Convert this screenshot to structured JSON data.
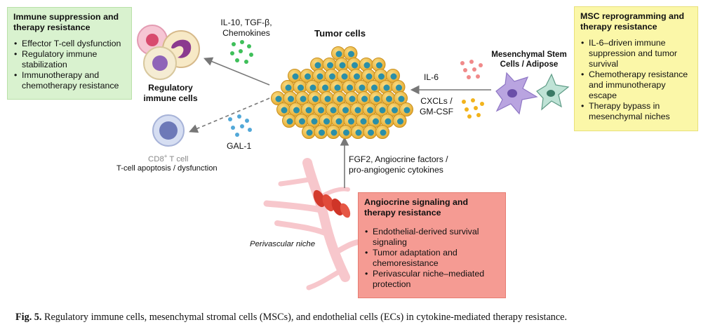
{
  "immune_box": {
    "title": "Immune suppression and therapy resistance",
    "items": [
      "Effector T-cell dysfunction",
      "Regulatory immune stabilization",
      "Immunotherapy and chemotherapy resistance"
    ]
  },
  "msc_box": {
    "title": "MSC reprogramming and therapy resistance",
    "items": [
      "IL-6–driven immune suppression and tumor survival",
      "Chemotherapy resistance and immunotherapy escape",
      "Therapy bypass in mesenchymal niches"
    ]
  },
  "angio_box": {
    "title": "Angiocrine signaling and therapy resistance",
    "items": [
      "Endothelial-derived survival signaling",
      "Tumor adaptation and chemoresistance",
      "Perivascular niche–mediated protection"
    ]
  },
  "labels": {
    "il10": "IL-10, TGF-β,",
    "chemokines": "Chemokines",
    "tumor": "Tumor cells",
    "regulatory_1": "Regulatory",
    "regulatory_2": "immune cells",
    "gal1": "GAL-1",
    "cd8_main": "CD8",
    "cd8_sup": "+",
    "cd8_tail": " T cell",
    "tcell_apoptosis": "T-cell apoptosis / dysfunction",
    "msc_1": "Mesenchymal Stem",
    "msc_2": "Cells / Adipose",
    "il6": "IL-6",
    "cxcl_1": "CXCLs /",
    "cxcl_2": "GM-CSF",
    "fgf_1": "FGF2, Angiocrine factors /",
    "fgf_2": "pro-angiogenic cytokines",
    "perivascular": "Perivascular niche"
  },
  "caption": {
    "prefix": "Fig. 5.",
    "text": "Regulatory immune cells, mesenchymal stromal cells (MSCs), and endothelial cells (ECs) in cytokine-mediated therapy resistance."
  },
  "colors": {
    "immune_box": "#d9f2cf",
    "msc_box": "#fbf7a8",
    "angio_box": "#f59b93",
    "tumor_cell": "#f3c24a",
    "tumor_nucleus": "#2a8fa8",
    "green_dots": "#3fbf5a",
    "blue_dots": "#52a8d8",
    "pink_dots": "#f08a8a",
    "yellow_dots": "#f2b31c",
    "vessel": "#f7c7cc",
    "arrow": "#777777"
  }
}
